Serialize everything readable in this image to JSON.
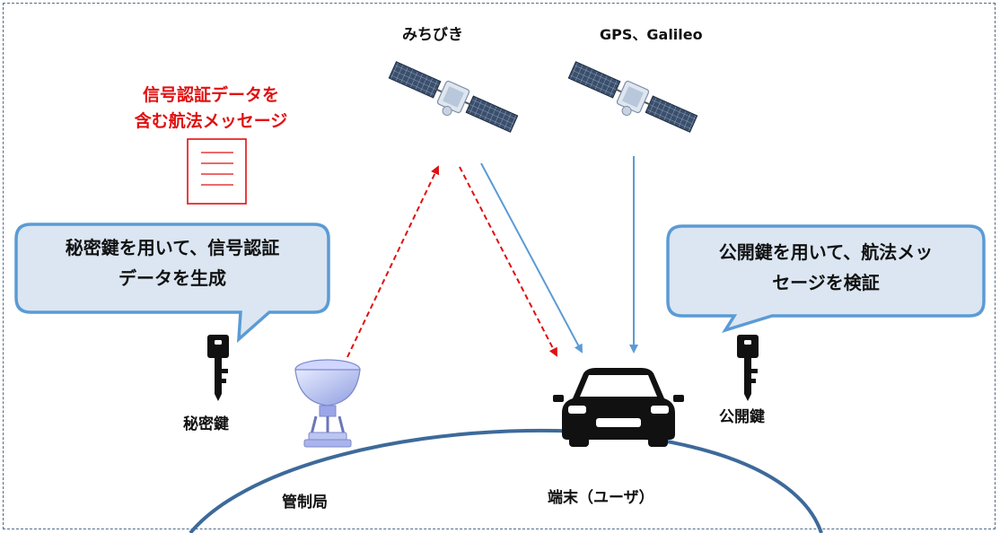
{
  "satellites": {
    "michibiki_label": "みちびき",
    "gps_label": "GPS、Galileo"
  },
  "message": {
    "line1": "信号認証データを",
    "line2": "含む航法メッセージ",
    "doc_icon": "document-icon"
  },
  "bubbles": {
    "left": {
      "line1": "秘密鍵を用いて、信号認証",
      "line2": "データを生成"
    },
    "right": {
      "line1": "公開鍵を用いて、航法メッ",
      "line2": "セージを検証"
    }
  },
  "keys": {
    "private_label": "秘密鍵",
    "public_label": "公開鍵",
    "icon": "key-icon"
  },
  "ground": {
    "station_label": "管制局",
    "terminal_label": "端末（ユーザ）",
    "station_icon": "antenna-dish-icon",
    "terminal_icon": "car-icon"
  },
  "colors": {
    "signal_red": "#e01010",
    "signal_blue": "#5b9bd5",
    "bubble_fill": "#dbe6f2",
    "bubble_stroke": "#5b9bd5",
    "earth_stroke": "#3d6a9a"
  }
}
